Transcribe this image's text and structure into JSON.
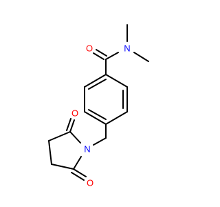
{
  "molecule": {
    "colors": {
      "bond": "#000000",
      "oxygen": "#ff0000",
      "nitrogen": "#0000ff",
      "background": "#ffffff"
    },
    "atoms": {
      "amide_o": "O",
      "amide_n": "N",
      "imide_n": "N",
      "imide_o_top": "O",
      "imide_o_bottom": "O"
    }
  }
}
